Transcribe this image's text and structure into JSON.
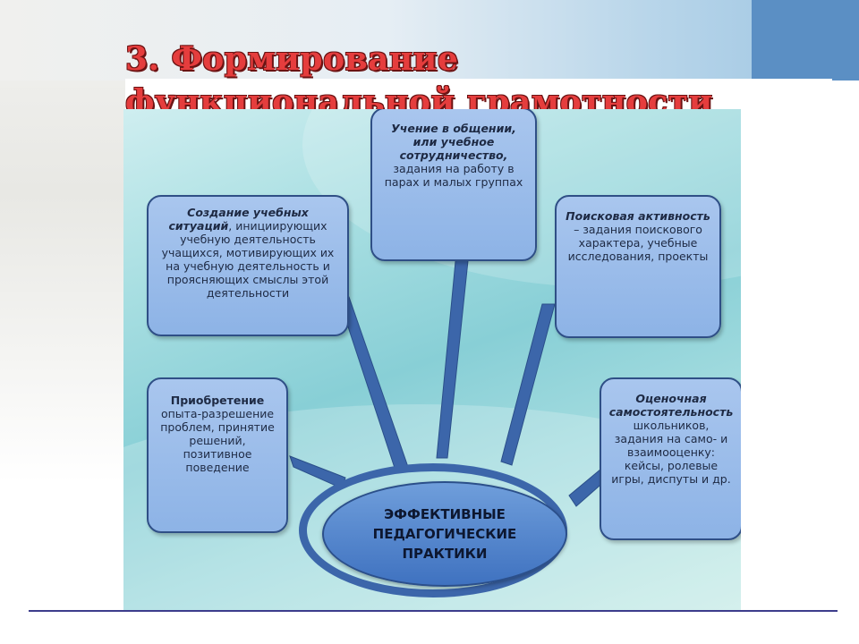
{
  "slide": {
    "title": "3. Формирование функциональной грамотности"
  },
  "diagram": {
    "center": {
      "line1": "ЭФФЕКТИВНЫЕ",
      "line2": "ПЕДАГОГИЧЕСКИЕ",
      "line3": "ПРАКТИКИ"
    },
    "nodes": [
      {
        "id": "learning-situations",
        "head": "Создание учебных ситуаций",
        "body": ", инициирующих учебную деятельность учащихся, мотивирующих их на учебную деятельность и проясняющих смыслы этой деятельности"
      },
      {
        "id": "cooperation",
        "head": "Учение в общении, или учебное сотрудничество,",
        "body": "задания на работу в парах и малых группах"
      },
      {
        "id": "search-activity",
        "head": "Поисковая активность",
        "body": "– задания поискового характера, учебные исследования, проекты"
      },
      {
        "id": "experience",
        "head": "Приобретение",
        "body": "опыта-разрешение проблем, принятие решений, позитивное поведение"
      },
      {
        "id": "self-assessment",
        "head": "Оценочная самостоятельность",
        "body": "школьников, задания на само- и взаимооценку: кейсы, ролевые игры, диспуты и др."
      }
    ]
  },
  "colors": {
    "title_fill": "#e53d3d",
    "title_outline": "#6b1313",
    "box_fill": "#8db3e6",
    "box_border": "#2f4f86",
    "center_fill": "#3f72c0",
    "ring": "#3c66aa",
    "rule": "#3c3c8c"
  }
}
